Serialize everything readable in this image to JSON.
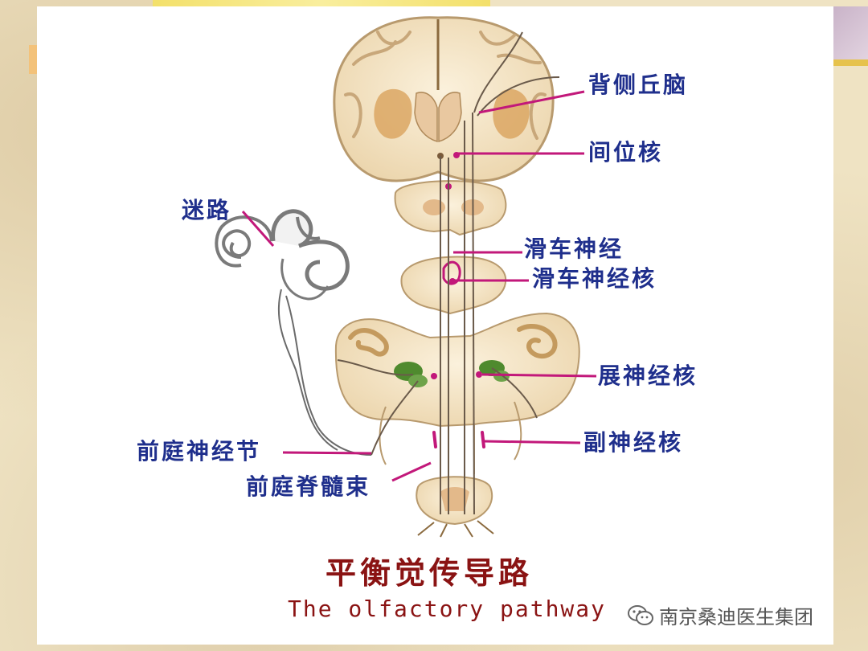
{
  "labels": {
    "dorsal_thalamus": "背侧丘脑",
    "interstitial_nucleus": "间位核",
    "labyrinth": "迷路",
    "trochlear_nerve": "滑车神经",
    "trochlear_nucleus": "滑车神经核",
    "abducens_nucleus": "展神经核",
    "accessory_nucleus": "副神经核",
    "vestibular_ganglion": "前庭神经节",
    "vestibulospinal_tract": "前庭脊髓束"
  },
  "title": {
    "chinese": "平衡觉传导路",
    "english": "The olfactory pathway"
  },
  "watermark": {
    "text": "南京桑迪医生集团",
    "icon": "wechat-logo-icon"
  },
  "colors": {
    "label_text": "#1f2f8c",
    "title_text": "#8a1313",
    "leader_line": "#c2187a",
    "tissue": "#f3e4c6",
    "tissue_edge": "#b89a6e",
    "nucleus_green": "#4f8a2e"
  }
}
